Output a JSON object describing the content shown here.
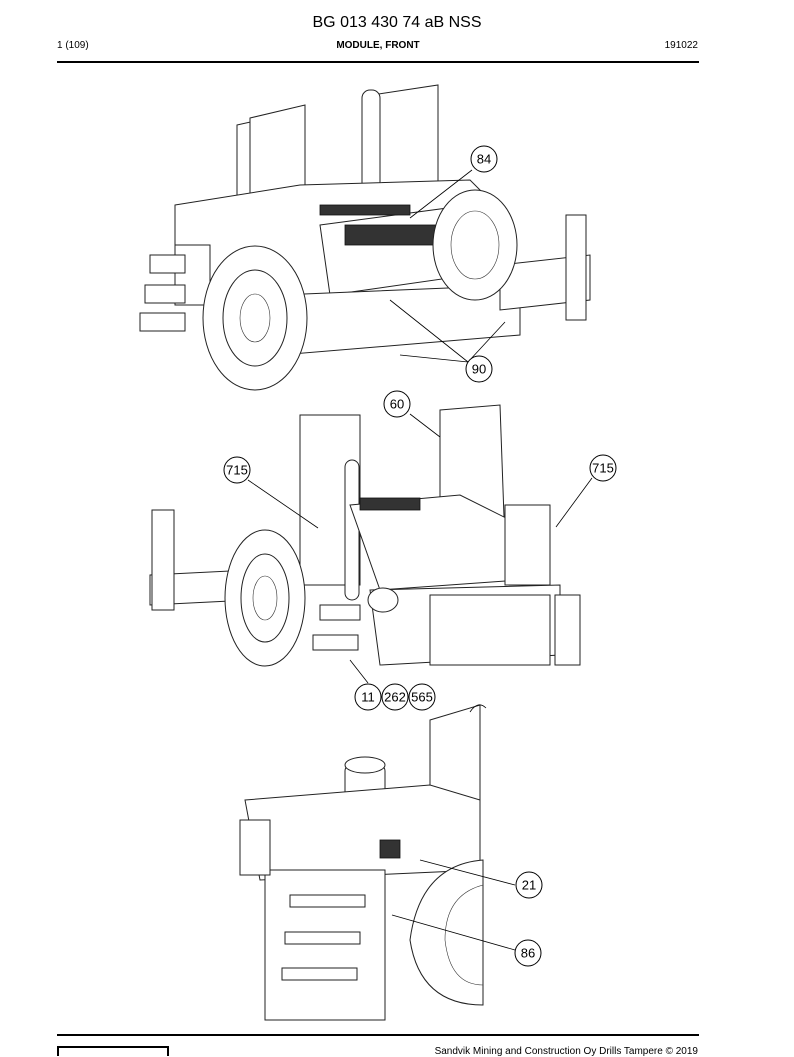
{
  "header": {
    "title": "BG 013 430 74 aB NSS",
    "page": "1 (109)",
    "section": "MODULE, FRONT",
    "code": "191022"
  },
  "callouts": {
    "c84": "84",
    "c90": "90",
    "c60": "60",
    "c715a": "715",
    "c715b": "715",
    "c11": "11",
    "c262": "262",
    "c565": "565",
    "c21": "21",
    "c86": "86"
  },
  "footer": {
    "copyright": "Sandvik Mining and Construction Oy Drills Tampere © 2019"
  }
}
